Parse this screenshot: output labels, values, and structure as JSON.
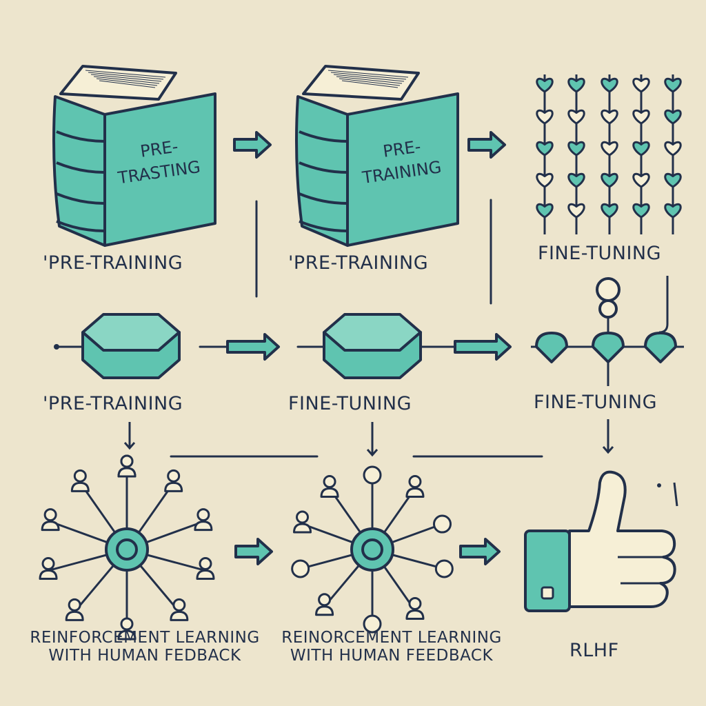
{
  "palette": {
    "background": "#ede5cd",
    "accent": "#5fc4b0",
    "outline": "#22304a",
    "cream": "#f6efd6"
  },
  "stages": {
    "row1": {
      "book_left_cover": "PRE-\nTRASTING",
      "book_left_label": "'PRE-TRAINING",
      "book_mid_cover": "PRE-\nTRAINING",
      "book_mid_label": "'PRE-TRAINING",
      "hearts_label": "FINE-TUNING"
    },
    "row2": {
      "block_left_label": "'PRE-TRAINING",
      "block_mid_label": "FINE-TUNING",
      "network_label": "FINE-TUNING"
    },
    "row3": {
      "hub_left_label_1": "REINFORCEMENT LEARNING",
      "hub_left_label_2": "WITH HUMAN FEDBACK",
      "hub_mid_label_1": "REINORCEMENT LEARNING",
      "hub_mid_label_2": "WITH HUMAN FEEDBACK",
      "thumb_label": "RLHF"
    }
  },
  "icons": {
    "book": "book-icon",
    "block": "block-icon",
    "hearts": "heart-chain-icon",
    "network": "node-network-icon",
    "hub": "people-hub-icon",
    "thumb": "thumbs-up-icon",
    "arrow": "arrow-right-icon"
  }
}
